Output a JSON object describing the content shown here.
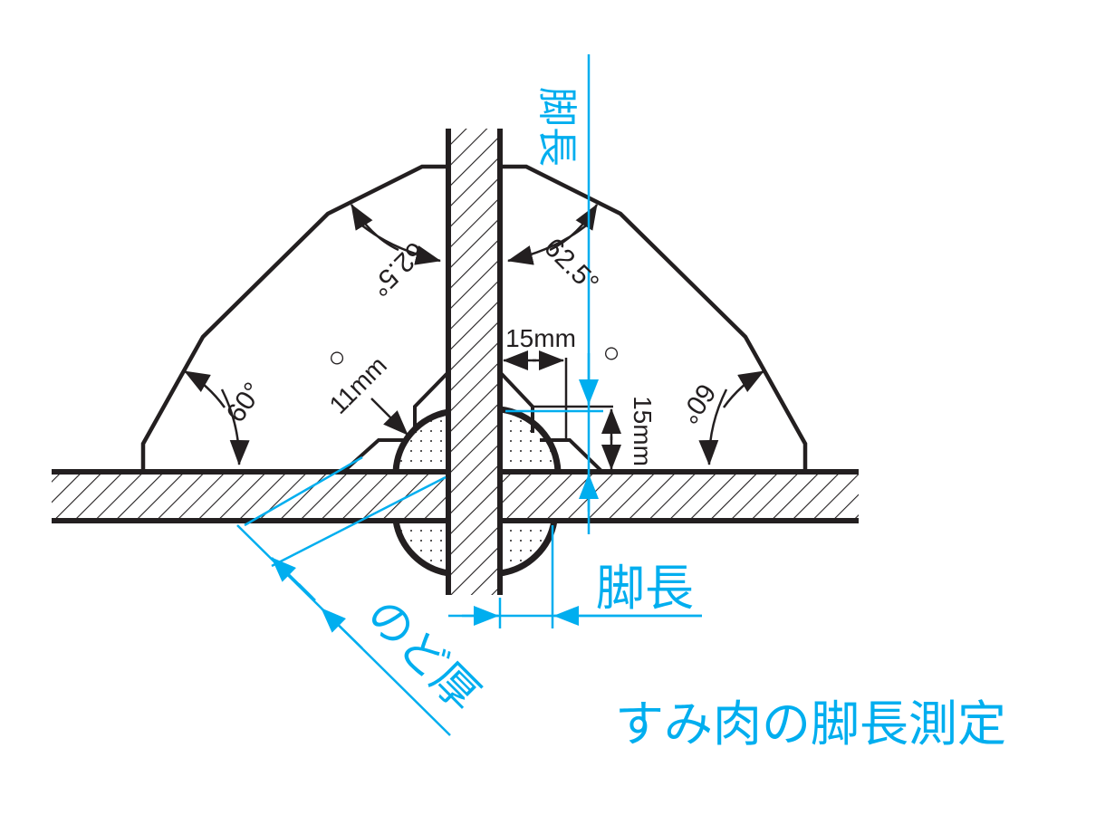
{
  "title": "すみ肉の脚長測定",
  "colors": {
    "line": "#231f20",
    "dimension": "#00aeef",
    "background": "#ffffff"
  },
  "labels": {
    "leg_length_vertical": "脚長",
    "leg_length_horizontal": "脚長",
    "throat_thickness": "のど厚",
    "angle_upper_left": "62.5°",
    "angle_upper_right": "62.5°",
    "angle_lower_left": "60°",
    "angle_lower_right": "60°",
    "ok_mark_left": "○",
    "ok_mark_right": "○",
    "dim_11mm": "11mm",
    "dim_15mm_horizontal": "15mm",
    "dim_15mm_vertical": "15mm"
  },
  "icons": {
    "ok_mark": "circle-mark",
    "arrow": "arrowhead"
  }
}
